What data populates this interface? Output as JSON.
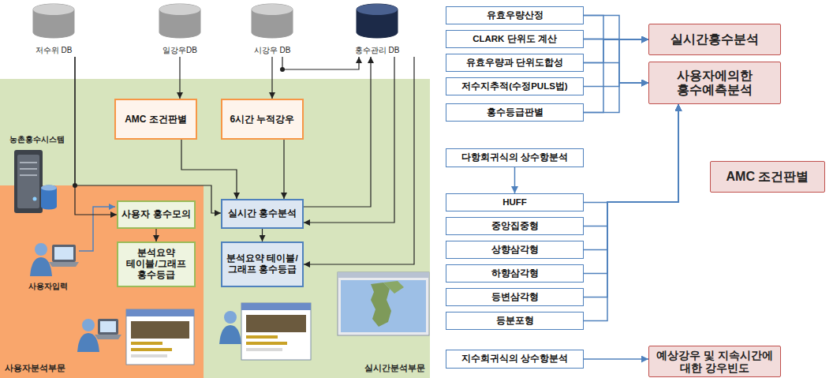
{
  "diagram": {
    "nodes": [
      {
        "text": [
          "저수위 DB"
        ]
      },
      {
        "text": [
          "일강우DB"
        ]
      },
      {
        "text": [
          "시강우 DB"
        ]
      },
      {
        "text": [
          "홍수관리 DB"
        ]
      },
      {
        "text": [
          "실시간분석부문"
        ]
      },
      {
        "text": [
          "AMC 조건판별"
        ],
        "in": 4
      },
      {
        "text": [
          "6시간 누적강우"
        ],
        "in": 4
      },
      {
        "text": [
          "사용자분석부문"
        ],
        "in": 4
      },
      {
        "text": [
          "사용자 홍수모의"
        ],
        "in": 7
      },
      {
        "text": [
          "실시간 홍수분석"
        ],
        "in": 4
      },
      {
        "text": [
          "분석요약 테이블/그래프 홍수등급"
        ],
        "in": 7
      },
      {
        "text": [
          "분석요약 테이블/그래프 홍수등급"
        ],
        "in": 4
      },
      {
        "text": [
          "유효우량산정"
        ]
      },
      {
        "text": [
          "CLARK 단위도 계산"
        ]
      },
      {
        "text": [
          "유효우량과 단위도합성"
        ]
      },
      {
        "text": [
          "저수지추적(수정PULS법)"
        ]
      },
      {
        "text": [
          "홍수등급판별"
        ]
      },
      {
        "text": [
          "실시간홍수분석"
        ]
      },
      {
        "text": [
          "사용자에의한 홍수예측분석"
        ]
      },
      {
        "text": [
          "AMC 조건판별"
        ]
      },
      {
        "text": [
          "다항회귀식의 상수항분석"
        ]
      },
      {
        "text": [
          "HUFF"
        ]
      },
      {
        "text": [
          "중앙집중형"
        ]
      },
      {
        "text": [
          "상향삼각형"
        ]
      },
      {
        "text": [
          "하향삼각형"
        ]
      },
      {
        "text": [
          "등변삼각형"
        ]
      },
      {
        "text": [
          "등분포형"
        ]
      },
      {
        "text": [
          "지수회귀식의 상수항분석"
        ]
      },
      {
        "text": [
          "예상강우 및 지속시간에 대한 강우빈도"
        ]
      }
    ],
    "edges": [
      {
        "from": 0,
        "to": 8,
        "arrow": "to"
      },
      {
        "from": 0,
        "to": 9,
        "arrow": "to"
      },
      {
        "from": 1,
        "to": 5,
        "arrow": "to"
      },
      {
        "from": 2,
        "to": 6,
        "arrow": "to"
      },
      {
        "from": 2,
        "to": 3,
        "arrow": "to"
      },
      {
        "from": 5,
        "to": 9,
        "arrow": "to"
      },
      {
        "from": 6,
        "to": 9,
        "arrow": "to"
      },
      {
        "from": 9,
        "to": 3,
        "arrow": "to"
      },
      {
        "from": 3,
        "to": 9,
        "arrow": "to"
      },
      {
        "from": 3,
        "to": 11,
        "arrow": "to"
      },
      {
        "from": 8,
        "to": 10,
        "arrow": "to"
      },
      {
        "from": 9,
        "to": 11,
        "arrow": "to"
      },
      {
        "from": 12,
        "to": 17,
        "arrow": "to"
      },
      {
        "from": 13,
        "to": 17,
        "arrow": "to"
      },
      {
        "from": 14,
        "to": 17,
        "arrow": "to"
      },
      {
        "from": 16,
        "to": 17,
        "arrow": "to"
      },
      {
        "from": 12,
        "to": 18,
        "arrow": "to"
      },
      {
        "from": 13,
        "to": 18,
        "arrow": "to"
      },
      {
        "from": 14,
        "to": 18,
        "arrow": "to"
      },
      {
        "from": 15,
        "to": 18,
        "arrow": "to"
      },
      {
        "from": 16,
        "to": 18,
        "arrow": "to"
      },
      {
        "from": 20,
        "to": 21,
        "arrow": "to"
      },
      {
        "from": 21,
        "to": 18,
        "arrow": "to"
      },
      {
        "from": 22,
        "to": 18,
        "arrow": "to"
      },
      {
        "from": 23,
        "to": 18,
        "arrow": "to"
      },
      {
        "from": 24,
        "to": 18,
        "arrow": "to"
      },
      {
        "from": 25,
        "to": 18,
        "arrow": "to"
      },
      {
        "from": 26,
        "to": 18,
        "arrow": "to"
      },
      {
        "from": 27,
        "to": 28,
        "arrow": "to"
      }
    ],
    "labels": [
      "농촌홍수시스템",
      "사용자입력"
    ]
  }
}
